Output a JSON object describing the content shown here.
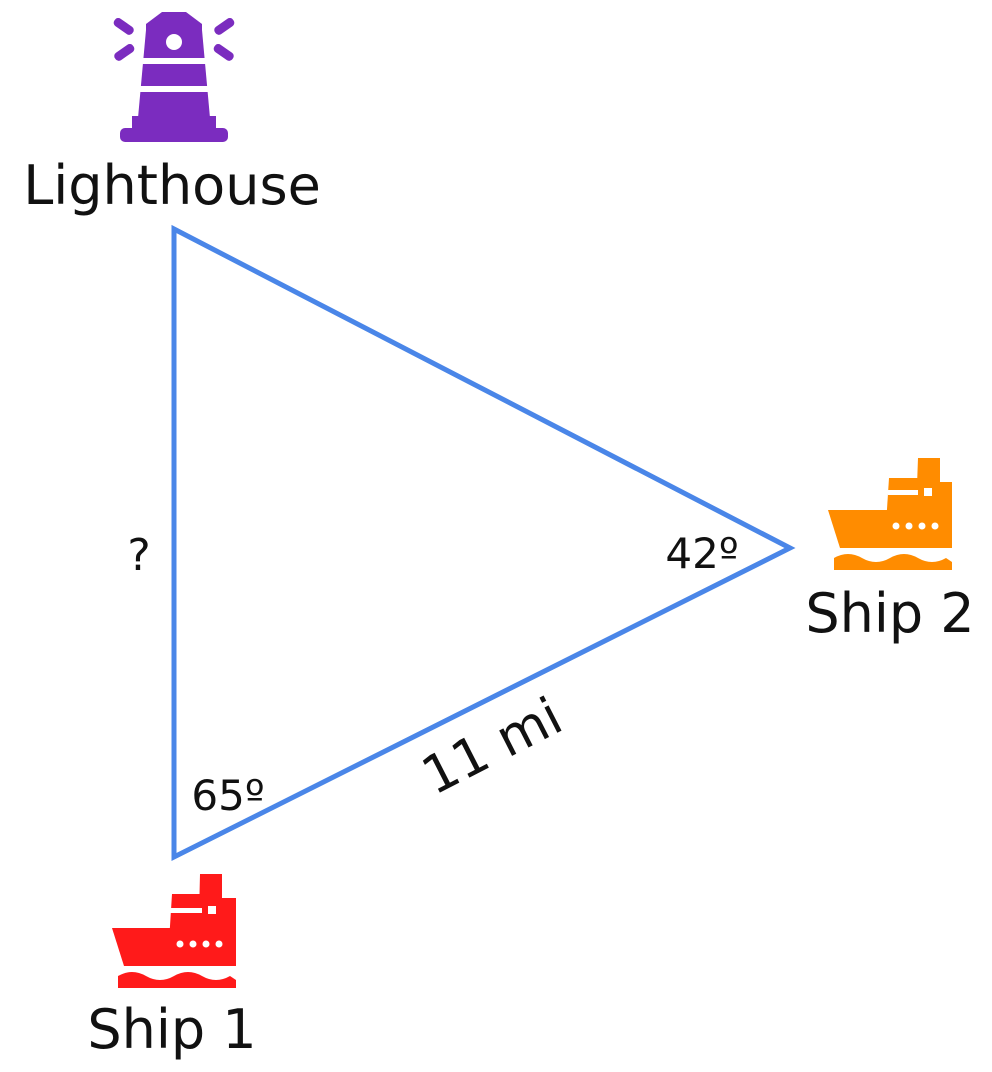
{
  "labels": {
    "lighthouse": "Lighthouse",
    "ship1": "Ship 1",
    "ship2": "Ship 2",
    "unknown_side": "?",
    "known_side": "11 mi",
    "angle_ship1": "65º",
    "angle_ship2": "42º"
  },
  "icons": {
    "lighthouse": "lighthouse-icon",
    "ship1": "ship-icon",
    "ship2": "ship-icon"
  },
  "colors": {
    "triangle": "#4A86E8",
    "lighthouse": "#7B2CBF",
    "ship1": "#FF1A1A",
    "ship2": "#FF8C00",
    "text": "#111111"
  }
}
